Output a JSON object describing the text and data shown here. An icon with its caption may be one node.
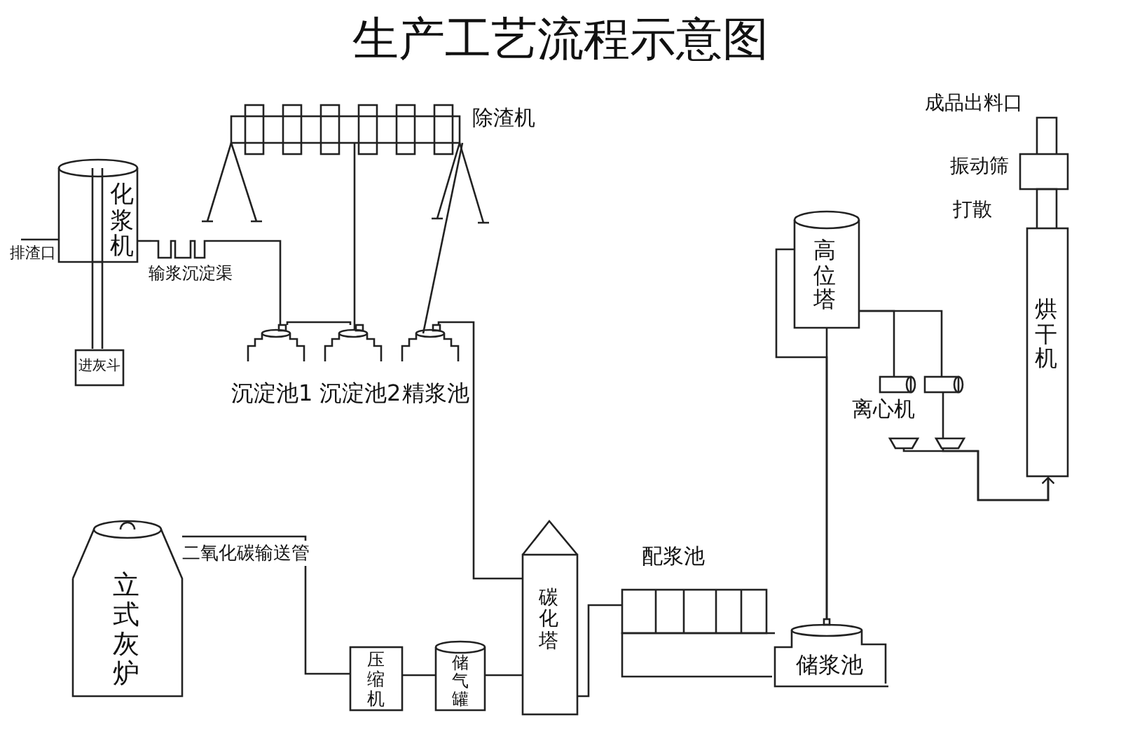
{
  "diagram": {
    "title": "生产工艺流程示意图",
    "nodes": [
      {
        "text": [
          "化浆机"
        ]
      },
      {
        "text": [
          "进灰斗"
        ]
      },
      {
        "text": [
          "排渣口"
        ]
      },
      {
        "text": [
          "输浆沉淀渠"
        ]
      },
      {
        "text": [
          "除渣机"
        ]
      },
      {
        "text": [
          "沉淀池1"
        ]
      },
      {
        "text": [
          "沉淀池2"
        ]
      },
      {
        "text": [
          "精浆池"
        ]
      },
      {
        "text": [
          "立式灰炉"
        ]
      },
      {
        "text": [
          "压缩机"
        ]
      },
      {
        "text": [
          "储气罐"
        ]
      },
      {
        "text": [
          "碳化塔"
        ]
      },
      {
        "text": [
          "配浆池"
        ]
      },
      {
        "text": [
          "储浆池"
        ]
      },
      {
        "text": [
          "高位塔"
        ]
      },
      {
        "text": [
          "离心机"
        ]
      },
      {
        "text": [],
        "shape": "cylinder"
      },
      {
        "text": [
          "烘干机"
        ]
      },
      {
        "text": [
          "振动筛"
        ]
      },
      {
        "text": [
          "成品出料口"
        ]
      }
    ],
    "edges": [
      {
        "from": 2,
        "to": 0,
        "arrow": "none"
      },
      {
        "from": 1,
        "to": 0,
        "arrow": "none"
      },
      {
        "from": 0,
        "to": 3,
        "arrow": "none"
      },
      {
        "from": 3,
        "to": 5,
        "arrow": "none"
      },
      {
        "from": 5,
        "to": 6,
        "arrow": "none"
      },
      {
        "from": 4,
        "to": 6,
        "arrow": "none"
      },
      {
        "from": 7,
        "to": 4,
        "arrow": "none"
      },
      {
        "from": 7,
        "to": 11,
        "arrow": "none"
      },
      {
        "from": 8,
        "to": 9,
        "arrow": "none",
        "label": "二氧化碳输送管"
      },
      {
        "from": 9,
        "to": 10,
        "arrow": "none"
      },
      {
        "from": 10,
        "to": 11,
        "arrow": "none"
      },
      {
        "from": 11,
        "to": 12,
        "arrow": "none"
      },
      {
        "from": 12,
        "to": 13,
        "arrow": "none"
      },
      {
        "from": 13,
        "to": 14,
        "arrow": "none"
      },
      {
        "from": 13,
        "to": 14,
        "arrow": "none"
      },
      {
        "from": 14,
        "to": 15,
        "arrow": "none"
      },
      {
        "from": 14,
        "to": 16,
        "arrow": "none"
      },
      {
        "from": 15,
        "to": 17,
        "arrow": "to"
      },
      {
        "from": 16,
        "to": 17,
        "arrow": "to"
      },
      {
        "from": 17,
        "to": 18,
        "arrow": "none"
      },
      {
        "from": 18,
        "to": 19,
        "arrow": "none"
      }
    ],
    "labels": [
      "打散"
    ]
  }
}
